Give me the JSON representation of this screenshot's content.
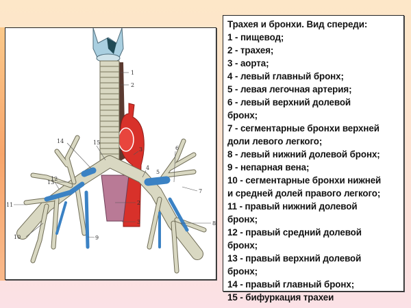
{
  "figure": {
    "title": "Трахея и бронхи. Вид спереди",
    "callouts": [
      "1",
      "2",
      "3",
      "4",
      "5",
      "6",
      "7",
      "8",
      "9",
      "10",
      "11",
      "12",
      "13",
      "14",
      "15",
      "2",
      "3",
      "7"
    ],
    "colors": {
      "bronchi": "#d9d8c2",
      "bronchi_outline": "#6e6b55",
      "artery_vein_blue": "#3b82c4",
      "aorta_red": "#d8312a",
      "esophagus_pink": "#b97a96",
      "larynx_blue": "#a9cfe0"
    }
  },
  "legend": {
    "title": "Трахея и бронхи. Вид спереди:",
    "lines": [
      "1 - пищевод;",
      "2 - трахея;",
      "3 - аорта;",
      "4 - левый главный бронх;",
      "5 - левая легочная артерия;",
      "6 - левый верхний долевой",
      "бронх;",
      "7 - сегментарные бронхи верхней",
      "доли левого легкого;",
      "8 - левый нижний долевой бронх;",
      "9 - непарная вена;",
      "10 - сегментарные бронхи нижней",
      "и средней долей правого легкого;",
      "11 - правый нижний долевой",
      "бронх;",
      "12 - правый средний долевой",
      "бронх;",
      "13 - правый верхний долевой",
      "бронх;",
      "14 - правый главный бронх;",
      "15 - бифуркация трахеи"
    ]
  }
}
